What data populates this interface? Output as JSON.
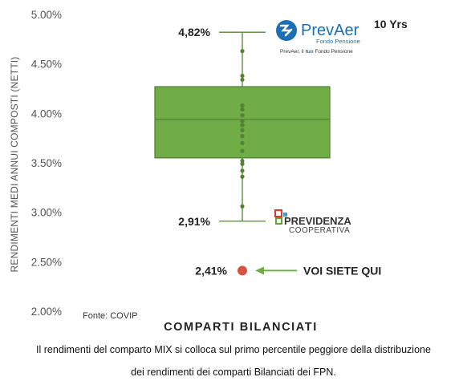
{
  "chart_data": {
    "type": "box",
    "ylabel": "RENDIMENTI MEDI ANNUI COMPOSTI (NETTI)",
    "xlabel": "COMPARTI BILANCIATI",
    "ylim": [
      2.0,
      5.0
    ],
    "yticks": [
      {
        "value": 2.0,
        "label": "2.00%"
      },
      {
        "value": 2.5,
        "label": "2.50%"
      },
      {
        "value": 3.0,
        "label": "3.00%"
      },
      {
        "value": 3.5,
        "label": "3.50%"
      },
      {
        "value": 4.0,
        "label": "4.00%"
      },
      {
        "value": 4.5,
        "label": "4.50%"
      },
      {
        "value": 5.0,
        "label": "5.00%"
      }
    ],
    "box": {
      "max": 4.82,
      "q3": 4.27,
      "median": 3.94,
      "q1": 3.55,
      "min": 2.91
    },
    "points": [
      4.63,
      4.38,
      4.34,
      4.08,
      4.04,
      3.98,
      3.92,
      3.88,
      3.83,
      3.77,
      3.7,
      3.62,
      3.52,
      3.49,
      3.42,
      3.36,
      3.06
    ],
    "max_label": "4,82%",
    "min_label": "2,91%",
    "highlight": {
      "value": 2.41,
      "label": "2,41%",
      "text": "VOI SIETE QUI"
    },
    "period_label": "10 Yrs",
    "source": "Fonte: COVIP",
    "colors": {
      "box": "#70ad47",
      "box_edge": "#548235",
      "points": "#548235",
      "highlight": "#d9533c",
      "arrow": "#70ad47"
    }
  },
  "logos": {
    "prevaer": {
      "name": "PrevAer",
      "sub": "Fondo Pensione",
      "tagline_pre": "PrevAer, il ",
      "tagline_mid": "tuo",
      "tagline_post": " Fondo Pensione"
    },
    "previdenza": {
      "line1": "PREVIDENZA",
      "line2": "COOPERATIVA"
    }
  },
  "caption": {
    "line1": "Il rendimenti del comparto MIX si colloca sul primo percentile peggiore della distribuzione",
    "line2": "dei rendimenti dei comparti Bilanciati dei FPN."
  }
}
